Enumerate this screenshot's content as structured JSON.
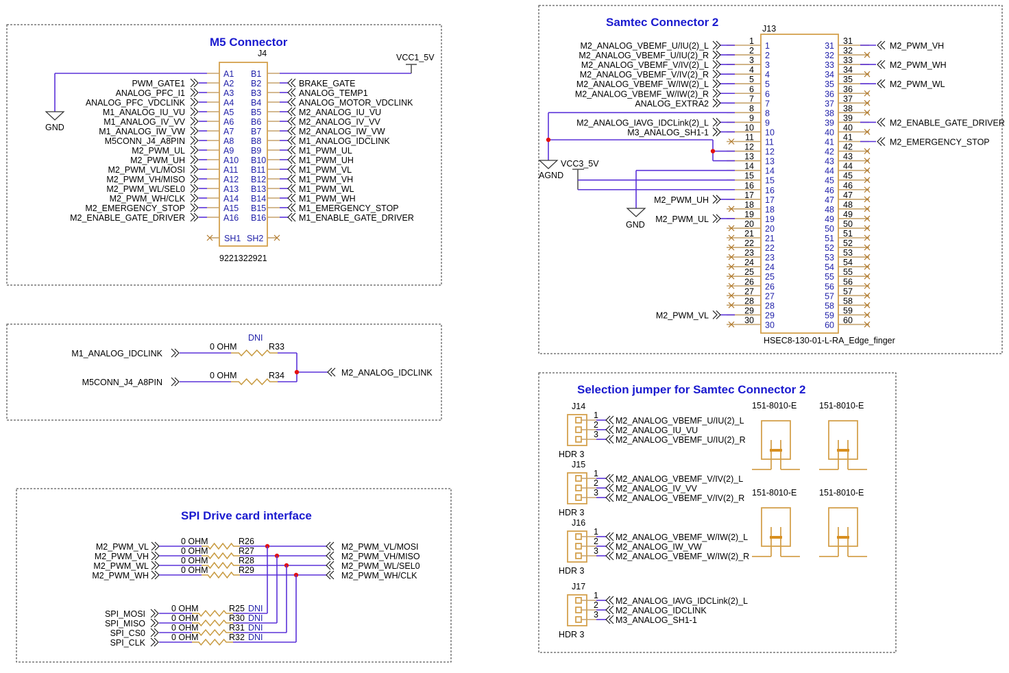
{
  "m5": {
    "title": "M5 Connector",
    "refdes": "J4",
    "part": "9221322921",
    "vcc": "VCC1_5V",
    "gnd": "GND",
    "left": [
      {
        "pin": "A1",
        "net": ""
      },
      {
        "pin": "A2",
        "net": "PWM_GATE1"
      },
      {
        "pin": "A3",
        "net": "ANALOG_PFC_I1"
      },
      {
        "pin": "A4",
        "net": "ANALOG_PFC_VDCLINK"
      },
      {
        "pin": "A5",
        "net": "M1_ANALOG_IU_VU"
      },
      {
        "pin": "A6",
        "net": "M1_ANALOG_IV_VV"
      },
      {
        "pin": "A7",
        "net": "M1_ANALOG_IW_VW"
      },
      {
        "pin": "A8",
        "net": "M5CONN_J4_A8PIN"
      },
      {
        "pin": "A9",
        "net": "M2_PWM_UL"
      },
      {
        "pin": "A10",
        "net": "M2_PWM_UH"
      },
      {
        "pin": "A11",
        "net": "M2_PWM_VL/MOSI"
      },
      {
        "pin": "A12",
        "net": "M2_PWM_VH/MISO"
      },
      {
        "pin": "A13",
        "net": "M2_PWM_WL/SEL0"
      },
      {
        "pin": "A14",
        "net": "M2_PWM_WH/CLK"
      },
      {
        "pin": "A15",
        "net": "M2_EMERGENCY_STOP"
      },
      {
        "pin": "A16",
        "net": "M2_ENABLE_GATE_DRIVER"
      }
    ],
    "right": [
      {
        "pin": "B1",
        "net": ""
      },
      {
        "pin": "B2",
        "net": "BRAKE_GATE"
      },
      {
        "pin": "B3",
        "net": "ANALOG_TEMP1"
      },
      {
        "pin": "B4",
        "net": "ANALOG_MOTOR_VDCLINK"
      },
      {
        "pin": "B5",
        "net": "M2_ANALOG_IU_VU"
      },
      {
        "pin": "B6",
        "net": "M2_ANALOG_IV_VV"
      },
      {
        "pin": "B7",
        "net": "M2_ANALOG_IW_VW"
      },
      {
        "pin": "B8",
        "net": "M1_ANALOG_IDCLINK"
      },
      {
        "pin": "B9",
        "net": "M1_PWM_UL"
      },
      {
        "pin": "B10",
        "net": "M1_PWM_UH"
      },
      {
        "pin": "B11",
        "net": "M1_PWM_VL"
      },
      {
        "pin": "B12",
        "net": "M1_PWM_VH"
      },
      {
        "pin": "B13",
        "net": "M1_PWM_WL"
      },
      {
        "pin": "B14",
        "net": "M1_PWM_WH"
      },
      {
        "pin": "B15",
        "net": "M1_EMERGENCY_STOP"
      },
      {
        "pin": "B16",
        "net": "M1_ENABLE_GATE_DRIVER"
      }
    ],
    "shield": [
      "SH1",
      "SH2"
    ]
  },
  "idclink": {
    "dni": "DNI",
    "rows": [
      {
        "net": "M1_ANALOG_IDCLINK",
        "value": "0 OHM",
        "ref": "R33"
      },
      {
        "net": "M5CONN_J4_A8PIN",
        "value": "0 OHM",
        "ref": "R34"
      }
    ],
    "out": "M2_ANALOG_IDCLINK"
  },
  "spi": {
    "title": "SPI Drive card interface",
    "top": [
      {
        "net": "M2_PWM_VL",
        "value": "0 OHM",
        "ref": "R26",
        "out": "M2_PWM_VL/MOSI"
      },
      {
        "net": "M2_PWM_VH",
        "value": "0 OHM",
        "ref": "R27",
        "out": "M2_PWM_VH/MISO"
      },
      {
        "net": "M2_PWM_WL",
        "value": "0 OHM",
        "ref": "R28",
        "out": "M2_PWM_WL/SEL0"
      },
      {
        "net": "M2_PWM_WH",
        "value": "0 OHM",
        "ref": "R29",
        "out": "M2_PWM_WH/CLK"
      }
    ],
    "bottom": [
      {
        "net": "SPI_MOSI",
        "value": "0 OHM",
        "ref": "R25",
        "dni": "DNI"
      },
      {
        "net": "SPI_MISO",
        "value": "0 OHM",
        "ref": "R30",
        "dni": "DNI"
      },
      {
        "net": "SPI_CS0",
        "value": "0 OHM",
        "ref": "R31",
        "dni": "DNI"
      },
      {
        "net": "SPI_CLK",
        "value": "0 OHM",
        "ref": "R32",
        "dni": "DNI"
      }
    ]
  },
  "samtec": {
    "title": "Samtec Connector 2",
    "refdes": "J13",
    "part": "HSEC8-130-01-L-RA_Edge_finger",
    "agnd": "AGND",
    "gnd": "GND",
    "vcc": "VCC3_5V",
    "left_nets": {
      "1": "M2_ANALOG_VBEMF_U/IU(2)_L",
      "2": "M2_ANALOG_VBEMF_U/IU(2)_R",
      "3": "M2_ANALOG_VBEMF_V/IV(2)_L",
      "4": "M2_ANALOG_VBEMF_V/IV(2)_R",
      "5": "M2_ANALOG_VBEMF_W/IW(2)_L",
      "6": "M2_ANALOG_VBEMF_W/IW(2)_R",
      "7": "ANALOG_EXTRA2",
      "9": "M2_ANALOG_IAVG_IDCLink(2)_L",
      "10": "M3_ANALOG_SH1-1",
      "17": "M2_PWM_UH",
      "19": "M2_PWM_UL",
      "29": "M2_PWM_VL"
    },
    "right_nets": {
      "31": "M2_PWM_VH",
      "33": "M2_PWM_WH",
      "35": "M2_PWM_WL",
      "39": "M2_ENABLE_GATE_DRIVER",
      "41": "M2_EMERGENCY_STOP"
    },
    "left_nc": [
      11,
      18,
      20,
      21,
      22,
      23,
      24,
      25,
      26,
      27,
      28,
      30
    ],
    "right_nc": [
      32,
      34,
      36,
      37,
      38,
      40,
      42,
      43,
      44,
      45,
      46,
      47,
      48,
      49,
      50,
      51,
      52,
      53,
      54,
      55,
      56,
      57,
      58,
      59,
      60
    ]
  },
  "jumper": {
    "title": "Selection jumper for Samtec Connector 2",
    "headers": [
      {
        "ref": "J14",
        "type": "HDR 3",
        "nets": [
          "M2_ANALOG_VBEMF_U/IU(2)_L",
          "M2_ANALOG_IU_VU",
          "M2_ANALOG_VBEMF_U/IU(2)_R"
        ]
      },
      {
        "ref": "J15",
        "type": "HDR 3",
        "nets": [
          "M2_ANALOG_VBEMF_V/IV(2)_L",
          "M2_ANALOG_IV_VV",
          "M2_ANALOG_VBEMF_V/IV(2)_R"
        ]
      },
      {
        "ref": "J16",
        "type": "HDR 3",
        "nets": [
          "M2_ANALOG_VBEMF_W/IW(2)_L",
          "M2_ANALOG_IW_VW",
          "M2_ANALOG_VBEMF_W/IW(2)_R"
        ]
      },
      {
        "ref": "J17",
        "type": "HDR 3",
        "nets": [
          "M2_ANALOG_IAVG_IDCLink(2)_L",
          "M2_ANALOG_IDCLINK",
          "M3_ANALOG_SH1-1"
        ]
      }
    ],
    "shunts": [
      "151-8010-E",
      "151-8010-E",
      "151-8010-E",
      "151-8010-E"
    ]
  }
}
